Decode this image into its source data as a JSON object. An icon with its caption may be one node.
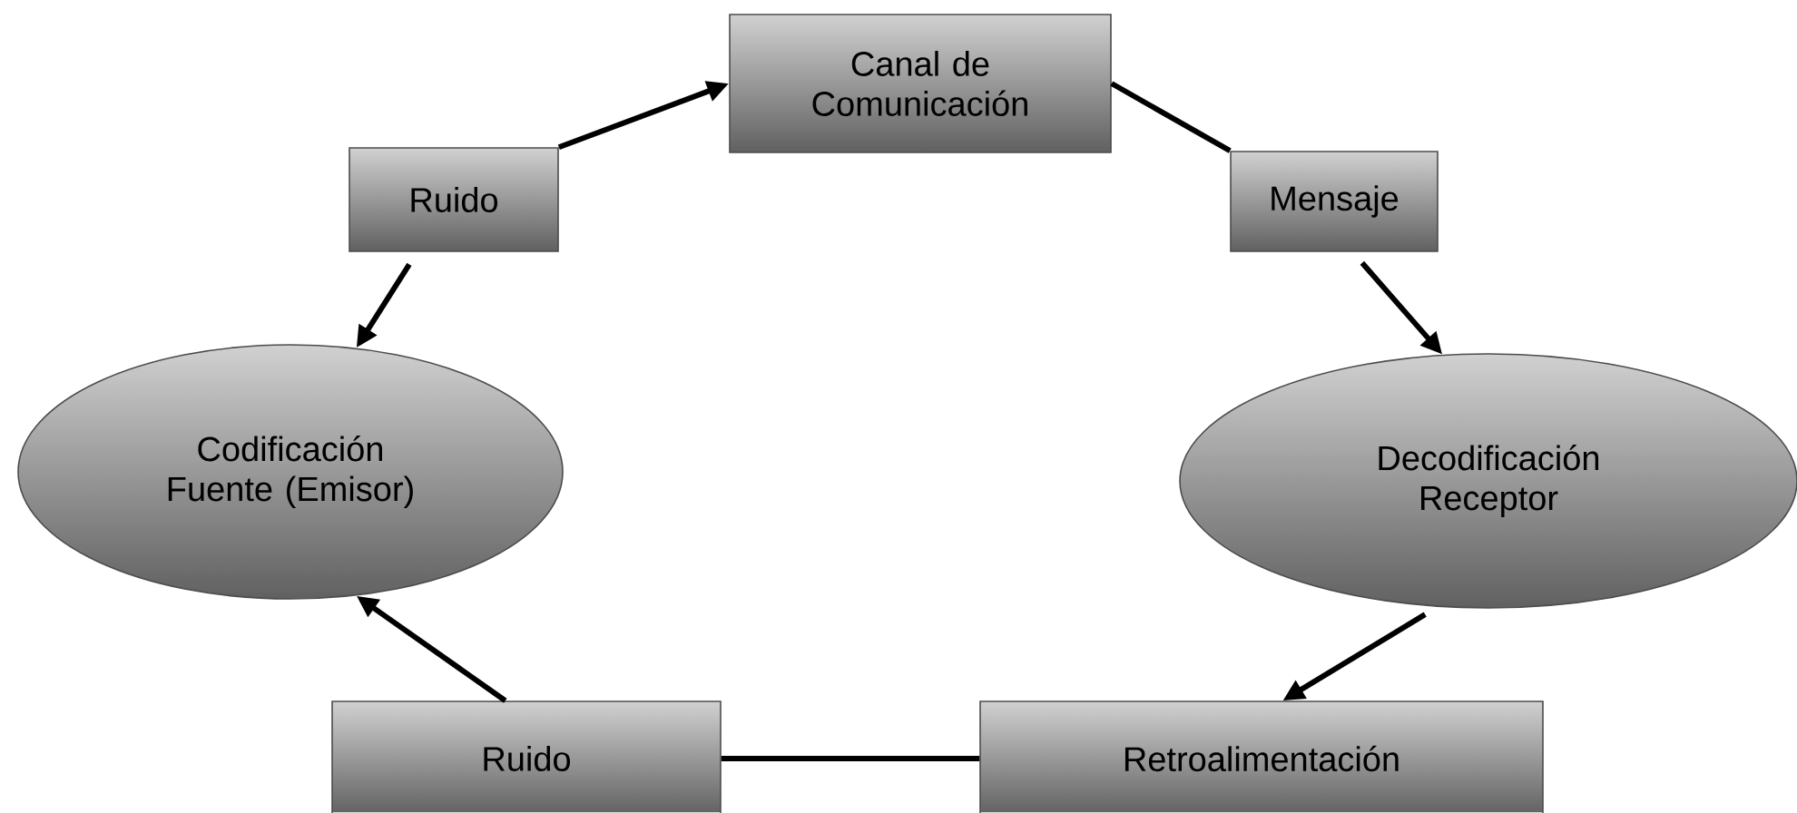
{
  "diagram": {
    "nodes": [
      {
        "text": [
          "Canal de Comunicación"
        ]
      },
      {
        "text": [
          "Ruido"
        ]
      },
      {
        "text": [
          "Mensaje"
        ]
      },
      {
        "text": [
          "Codificación Fuente (Emisor)"
        ]
      },
      {
        "text": [
          "Decodificación Receptor"
        ]
      },
      {
        "text": [
          "Ruido"
        ]
      },
      {
        "text": [
          "Retroalimentación"
        ]
      }
    ],
    "edges": [
      {
        "from": 1,
        "to": 0,
        "arrow": "to"
      },
      {
        "from": 1,
        "to": 3,
        "arrow": "to"
      },
      {
        "from": 0,
        "to": 2,
        "arrow": "none"
      },
      {
        "from": 2,
        "to": 4,
        "arrow": "to"
      },
      {
        "from": 4,
        "to": 6,
        "arrow": "to"
      },
      {
        "from": 6,
        "to": 5,
        "arrow": "none"
      },
      {
        "from": 5,
        "to": 3,
        "arrow": "to"
      }
    ]
  }
}
